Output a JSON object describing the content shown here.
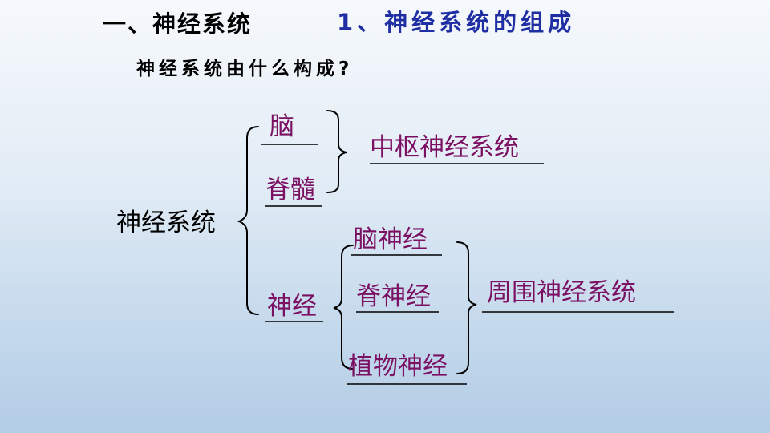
{
  "slide": {
    "heading": "一、神经系统",
    "subheading": "1、神经系统的组成",
    "question": "神经系统由什么构成?"
  },
  "diagram": {
    "root": "神经系统",
    "branches": [
      {
        "label": "脑"
      },
      {
        "label": "脊髓"
      },
      {
        "label": "神经"
      }
    ],
    "nerve_types": [
      {
        "label": "脑神经"
      },
      {
        "label": "脊神经"
      },
      {
        "label": "植物神经"
      }
    ],
    "groups": {
      "central": "中枢神经系统",
      "peripheral": "周围神经系统"
    }
  }
}
